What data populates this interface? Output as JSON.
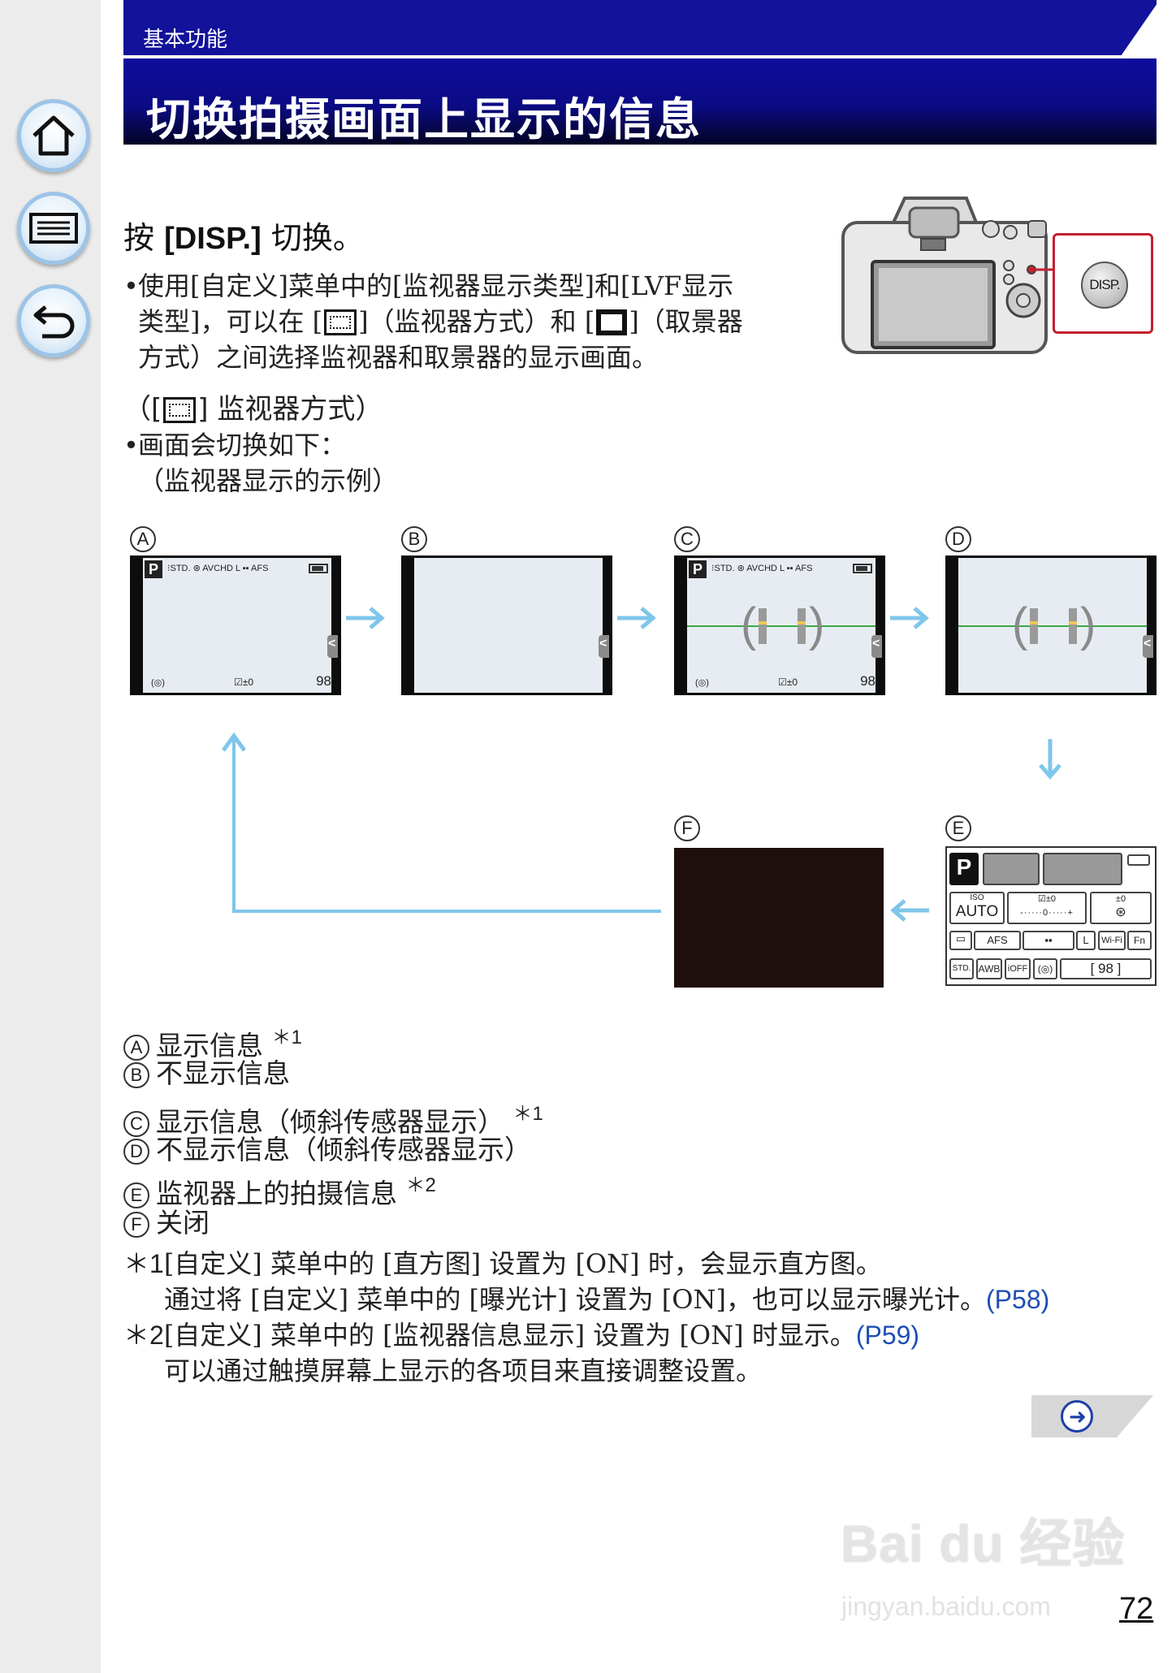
{
  "header": {
    "breadcrumb": "基本功能",
    "title": "切换拍摄画面上显示的信息"
  },
  "nav": {
    "home_icon": "home-icon",
    "contents_icon": "list-icon",
    "back_icon": "return-icon"
  },
  "step": {
    "prefix": "按 ",
    "key": "[DISP.]",
    "suffix": " 切换。"
  },
  "bullet": {
    "line1": "使用[自定义]菜单中的[监视器显示类型]和[LVF显示",
    "line2a": "类型]，可以在 [",
    "line2b": "]（监视器方式）和 [",
    "line2c": "]（取景器",
    "line3": "方式）之间选择监视器和取景器的显示画面。"
  },
  "camera": {
    "disp_button": "DISP."
  },
  "mode": {
    "heading_a": "（[",
    "heading_b": "] 监视器方式）",
    "bullet_line": "画面会切换如下：",
    "example_line": "（监视器显示的示例）"
  },
  "screens": {
    "labels": [
      "A",
      "B",
      "C",
      "D",
      "E",
      "F"
    ],
    "mode_letter": "P",
    "top_icons": "⁝STD.  ⊛  AVCHD  L  ▪▪  AFS",
    "meter_icon": "(◎)",
    "ev_value": "☑±0",
    "shots_remaining": "98",
    "info_iso": "AUTO",
    "info_iso_label": "ISO",
    "info_ev": "☑±0",
    "info_flash": "±0",
    "info_afs": "AFS",
    "info_l": "L",
    "info_wifi": "Wi-Fi",
    "info_fn": "Fn",
    "info_std": "STD.",
    "info_awb": "AWB",
    "info_ioff": "iOFF",
    "info_count": "[   98 ]"
  },
  "legend": [
    {
      "label": "A",
      "text": "显示信息",
      "note": "＊1"
    },
    {
      "label": "B",
      "text": "不显示信息",
      "note": ""
    },
    {
      "label": "C",
      "text": "显示信息（倾斜传感器显示）",
      "note": "＊1"
    },
    {
      "label": "D",
      "text": "不显示信息（倾斜传感器显示）",
      "note": ""
    },
    {
      "label": "E",
      "text": "监视器上的拍摄信息",
      "note": "＊2"
    },
    {
      "label": "F",
      "text": "关闭",
      "note": ""
    }
  ],
  "notes": {
    "n1_mark": "＊1",
    "n1_text": "[自定义] 菜单中的 [直方图] 设置为 [ON] 时，会显示直方图。",
    "n1_cont": "通过将 [自定义] 菜单中的 [曝光计] 设置为 [ON]，也可以显示曝光计。",
    "n1_ref": "(P58)",
    "n2_mark": "＊2",
    "n2_text": "[自定义] 菜单中的 [监视器信息显示] 设置为 [ON] 时显示。",
    "n2_ref": "(P59)",
    "n2_cont": "可以通过触摸屏幕上显示的各项目来直接调整设置。"
  },
  "next_icon": "arrow-right-icon",
  "watermark": "Bai du 经验",
  "watermark_sub": "jingyan.baidu.com",
  "page_number": "72",
  "colors": {
    "header_blue": "#12129a",
    "flow_arrow": "#7fc6ea",
    "link_blue": "#1d4fb5",
    "callout_red": "#c42030"
  }
}
